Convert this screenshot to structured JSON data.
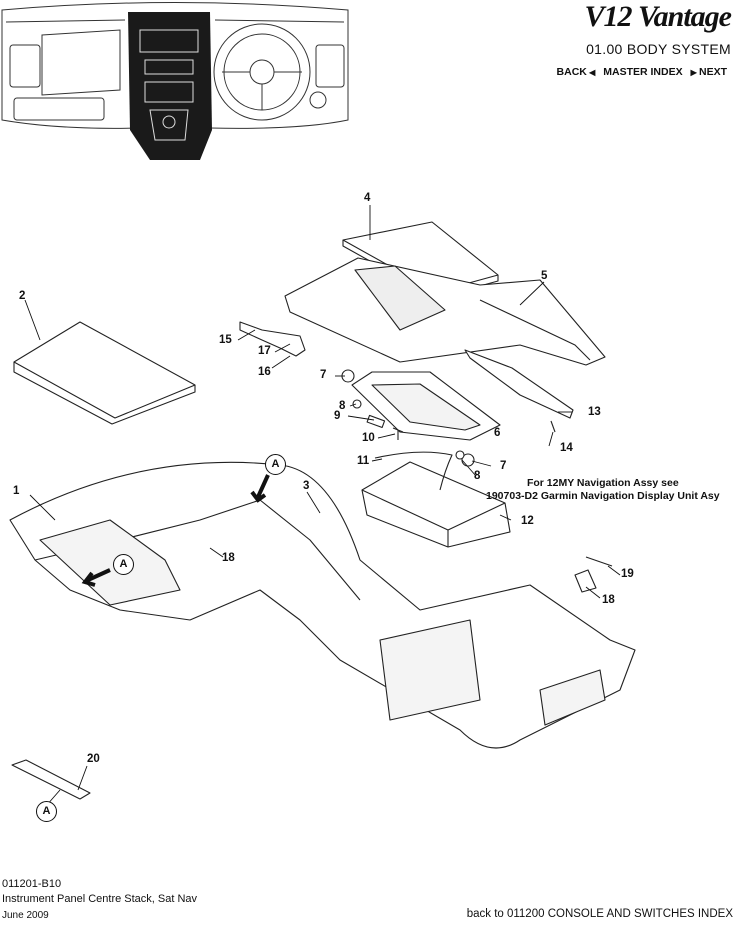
{
  "header": {
    "brand": "V12 Vantage",
    "section": "01.00 BODY SYSTEM",
    "nav": {
      "back": "BACK",
      "master_index": "MASTER INDEX",
      "next": "NEXT"
    }
  },
  "callouts": {
    "c1": "1",
    "c2": "2",
    "c3": "3",
    "c4": "4",
    "c5": "5",
    "c6": "6",
    "c7a": "7",
    "c7b": "7",
    "c8a": "8",
    "c8b": "8",
    "c9": "9",
    "c10": "10",
    "c11": "11",
    "c12": "12",
    "c13": "13",
    "c14": "14",
    "c15": "15",
    "c16": "16",
    "c17": "17",
    "c18a": "18",
    "c18b": "18",
    "c19": "19",
    "c20": "20",
    "view_a1": "A",
    "view_a2": "A",
    "view_a3": "A"
  },
  "note": {
    "line1": "For 12MY Navigation Assy see",
    "line2": "190703-D2 Garmin Navigation Display Unit Asy"
  },
  "footer": {
    "code": "011201-B10",
    "title": "Instrument Panel Centre Stack, Sat Nav",
    "date": "June 2009",
    "back_link": "back to 011200 CONSOLE AND SWITCHES INDEX"
  }
}
